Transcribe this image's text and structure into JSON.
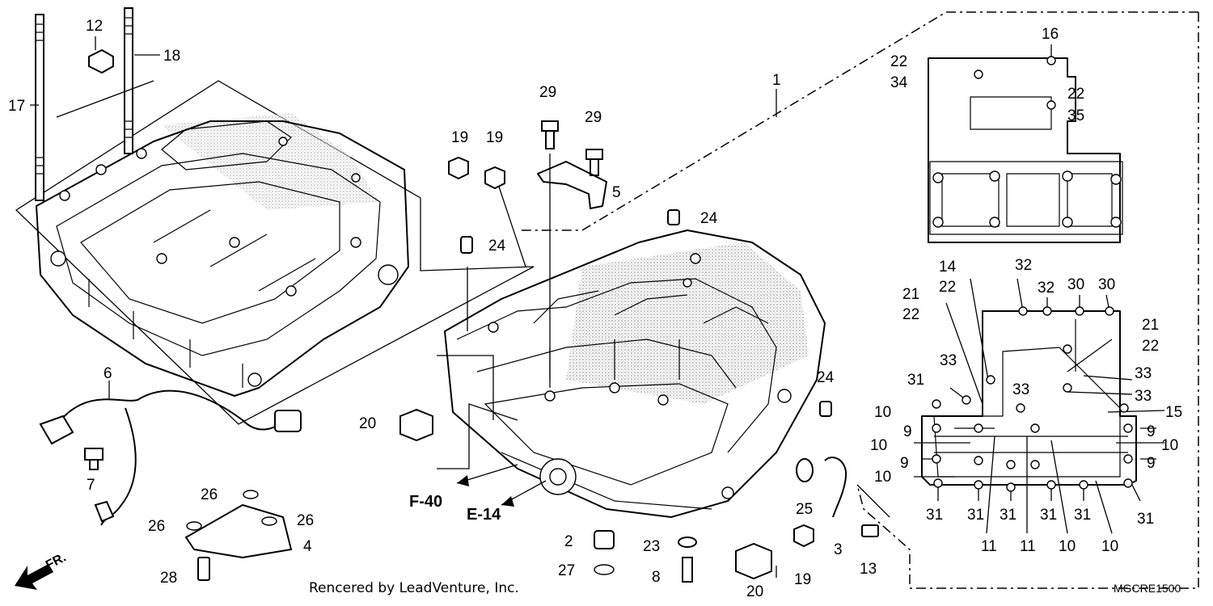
{
  "diagram": {
    "callouts": [
      "1",
      "2",
      "3",
      "4",
      "5",
      "6",
      "7",
      "8",
      "9",
      "10",
      "11",
      "12",
      "13",
      "14",
      "15",
      "16",
      "17",
      "18",
      "19",
      "20",
      "21",
      "22",
      "23",
      "24",
      "25",
      "26",
      "27",
      "28",
      "29",
      "30",
      "31",
      "32",
      "33",
      "34",
      "35"
    ],
    "references": {
      "f40": "F-40",
      "e14": "E-14"
    },
    "front_marker": "FR.",
    "credit": "Rencered by LeadVenture, Inc.",
    "diagram_code": "MGCRE1500"
  }
}
